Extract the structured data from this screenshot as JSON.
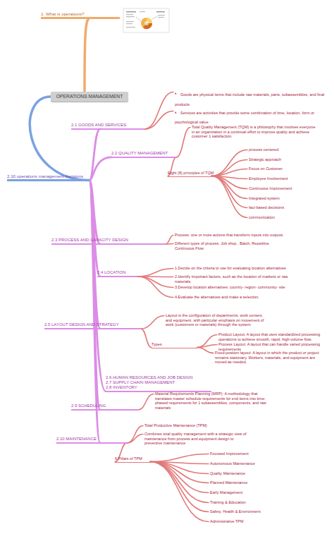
{
  "diagram": {
    "nodes": [
      {
        "text": [
          "1. What is operations?"
        ]
      },
      {
        "text": [
          "OPERATIONS MANAGEMENT"
        ]
      },
      {
        "text": [
          "2.10 operations management decisions"
        ]
      },
      {
        "text": [
          "2.1 GOODS AND SERVICES"
        ]
      },
      {
        "text": [
          "Goods are physical items that include raw materials, parts, subassemblies, and final products"
        ]
      },
      {
        "text": [
          "Services are activities that provide some combination of time, location, form or psychological value"
        ]
      },
      {
        "text": [
          "2.2 QUALITY MANAGEMENT"
        ]
      },
      {
        "text": [
          "Total Quality Management (TQM) is a philosophy that involves everyone in an organization in a continual effort to improve quality and achieve customer 1 satisfaction."
        ]
      },
      {
        "text": [
          "Eight (8) principles of TQM"
        ]
      },
      {
        "text": [
          "process centered"
        ]
      },
      {
        "text": [
          "Strategic approach"
        ]
      },
      {
        "text": [
          "Focus on Customer"
        ]
      },
      {
        "text": [
          "Employee Involvement"
        ]
      },
      {
        "text": [
          "Continuous Improvement"
        ]
      },
      {
        "text": [
          "Integrated system"
        ]
      },
      {
        "text": [
          "fact-based decisions"
        ]
      },
      {
        "text": [
          "communication"
        ]
      },
      {
        "text": [
          "2.3 PROCESS AND CAPACITY DESIGN"
        ]
      },
      {
        "text": [
          "Process: one or more actions that transform inputs into outputs."
        ]
      },
      {
        "text": [
          "Different types of process: Job shop , Batch, Repetitive Continuous Flow"
        ]
      },
      {
        "text": [
          "2.4 LOCATION"
        ]
      },
      {
        "text": [
          "1.Decide on the criteria to use for evaluating location alternatives"
        ]
      },
      {
        "text": [
          "2.Identify important factors, such as the location of markets or raw materials."
        ]
      },
      {
        "text": [
          "3.Develop location alternatives: country- region- community- site"
        ]
      },
      {
        "text": [
          "4.Evaluate the alternatives and make a selection."
        ]
      },
      {
        "text": [
          "2.5 LAYOUT DESIGN AND STRATEGY"
        ]
      },
      {
        "text": [
          "Layout is the configuration of departments, work centers, and equipment, with particular emphasis on movement of work (customers or materials) through the system"
        ]
      },
      {
        "text": [
          "Types"
        ]
      },
      {
        "text": [
          "Product Layout: A layout that uses standardized processing operations to achieve smooth, rapid, high-volume flow."
        ]
      },
      {
        "text": [
          "Process Layout: A layout that can handle varied processing requirements"
        ]
      },
      {
        "text": [
          "Fixed-position layout: A layout in which the product or project remains stationary. Workers, materials, and equipment are moved as needed."
        ]
      },
      {
        "text": [
          "2.6 HUMAN RESOURCES AND JOB DESIGN",
          "2.7 SUPPLY CHAIN MANAGEMENT",
          "2.8 INVENTORY"
        ]
      },
      {
        "text": [
          "2.9 SCHEDULING"
        ]
      },
      {
        "text": [
          "Material Requirements Planning (MRP): A methodology that translates master schedule requirements for end items into time-phased requirements for 1 subassemblies, components, and raw materials"
        ]
      },
      {
        "text": [
          "2.10 MAINTENANCE"
        ]
      },
      {
        "text": [
          "Total Productive Maintenance (TPM)"
        ]
      },
      {
        "text": [
          "Combines total quality management with a strategic view of maintenance from process and equipment design to preventive maintenance"
        ]
      },
      {
        "text": [
          "6 Pillars of TPM"
        ]
      },
      {
        "text": [
          "Focused Improvement"
        ]
      },
      {
        "text": [
          "Autonomous Maintenance"
        ]
      },
      {
        "text": [
          "Quality Maintenance"
        ]
      },
      {
        "text": [
          "Planned Maintenance"
        ]
      },
      {
        "text": [
          "Early Management"
        ]
      },
      {
        "text": [
          "Training & Education"
        ]
      },
      {
        "text": [
          "Safety, Health & Environment"
        ]
      },
      {
        "text": [
          "Administrative TPM"
        ]
      }
    ],
    "edges": [
      {
        "from": 1,
        "to": 0,
        "arrow": "none"
      },
      {
        "from": 1,
        "to": 2,
        "arrow": "none"
      },
      {
        "from": 2,
        "to": 3,
        "arrow": "none"
      },
      {
        "from": 2,
        "to": 6,
        "arrow": "none"
      },
      {
        "from": 2,
        "to": 17,
        "arrow": "none"
      },
      {
        "from": 2,
        "to": 20,
        "arrow": "none"
      },
      {
        "from": 2,
        "to": 25,
        "arrow": "none"
      },
      {
        "from": 2,
        "to": 31,
        "arrow": "none"
      },
      {
        "from": 2,
        "to": 32,
        "arrow": "none"
      },
      {
        "from": 2,
        "to": 34,
        "arrow": "none"
      },
      {
        "from": 3,
        "to": 4,
        "arrow": "none"
      },
      {
        "from": 3,
        "to": 5,
        "arrow": "none"
      },
      {
        "from": 6,
        "to": 7,
        "arrow": "none"
      },
      {
        "from": 6,
        "to": 8,
        "arrow": "none"
      },
      {
        "from": 8,
        "to": 9,
        "arrow": "none"
      },
      {
        "from": 8,
        "to": 10,
        "arrow": "none"
      },
      {
        "from": 8,
        "to": 11,
        "arrow": "none"
      },
      {
        "from": 8,
        "to": 12,
        "arrow": "none"
      },
      {
        "from": 8,
        "to": 13,
        "arrow": "none"
      },
      {
        "from": 8,
        "to": 14,
        "arrow": "none"
      },
      {
        "from": 8,
        "to": 15,
        "arrow": "none"
      },
      {
        "from": 8,
        "to": 16,
        "arrow": "none"
      },
      {
        "from": 17,
        "to": 18,
        "arrow": "none"
      },
      {
        "from": 17,
        "to": 19,
        "arrow": "none"
      },
      {
        "from": 20,
        "to": 21,
        "arrow": "none"
      },
      {
        "from": 20,
        "to": 22,
        "arrow": "none"
      },
      {
        "from": 20,
        "to": 23,
        "arrow": "none"
      },
      {
        "from": 20,
        "to": 24,
        "arrow": "none"
      },
      {
        "from": 25,
        "to": 26,
        "arrow": "none"
      },
      {
        "from": 25,
        "to": 27,
        "arrow": "none"
      },
      {
        "from": 27,
        "to": 28,
        "arrow": "none"
      },
      {
        "from": 27,
        "to": 29,
        "arrow": "none"
      },
      {
        "from": 27,
        "to": 30,
        "arrow": "none"
      },
      {
        "from": 32,
        "to": 33,
        "arrow": "none"
      },
      {
        "from": 34,
        "to": 35,
        "arrow": "none"
      },
      {
        "from": 34,
        "to": 36,
        "arrow": "none"
      },
      {
        "from": 34,
        "to": 37,
        "arrow": "none"
      },
      {
        "from": 37,
        "to": 38,
        "arrow": "none"
      },
      {
        "from": 37,
        "to": 39,
        "arrow": "none"
      },
      {
        "from": 37,
        "to": 40,
        "arrow": "none"
      },
      {
        "from": 37,
        "to": 41,
        "arrow": "none"
      },
      {
        "from": 37,
        "to": 42,
        "arrow": "none"
      },
      {
        "from": 37,
        "to": 43,
        "arrow": "none"
      },
      {
        "from": 37,
        "to": 44,
        "arrow": "none"
      },
      {
        "from": 37,
        "to": 45,
        "arrow": "none"
      }
    ]
  }
}
